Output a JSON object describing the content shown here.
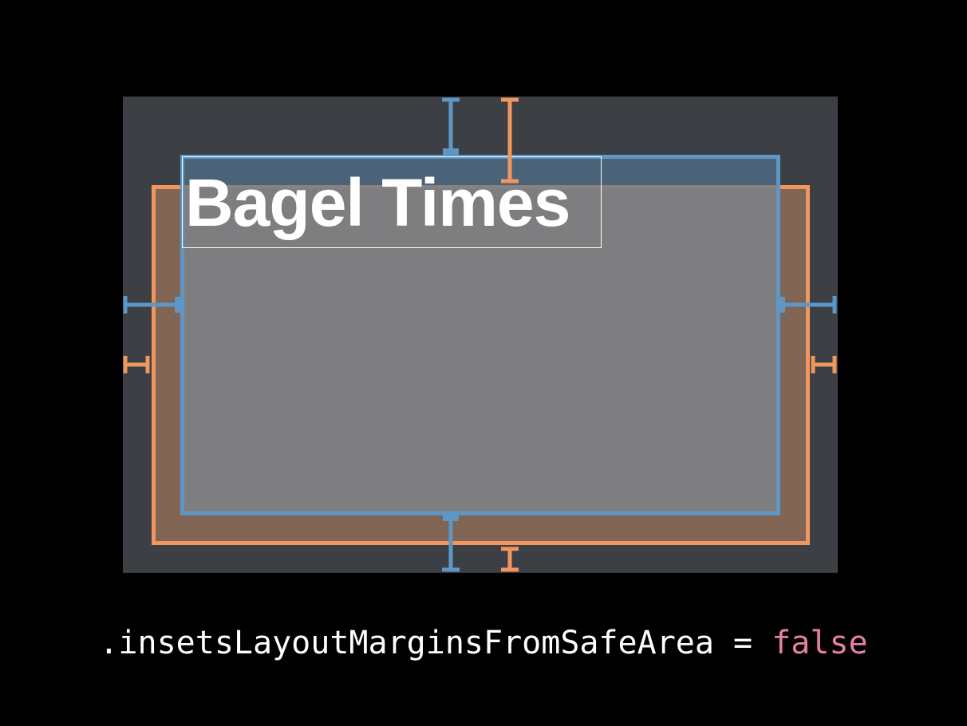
{
  "diagram": {
    "label_title": "Bagel Times",
    "code": {
      "property": ".insetsLayoutMarginsFromSafeArea",
      "operator": " = ",
      "value": "false"
    }
  },
  "colors": {
    "background": "#000000",
    "container_fill": "#3c4044",
    "safe_area_border": "#f0975f",
    "safe_area_fill": "#806454",
    "layout_margins_border": "#5e97c6",
    "layout_margins_fill": "#7e8086",
    "code_text": "#ffffff",
    "code_value": "#e57fa8"
  },
  "icons": {
    "blue_spacers": "blue-margin-spacer-icon",
    "orange_spacers": "orange-safe-area-spacer-icon"
  }
}
